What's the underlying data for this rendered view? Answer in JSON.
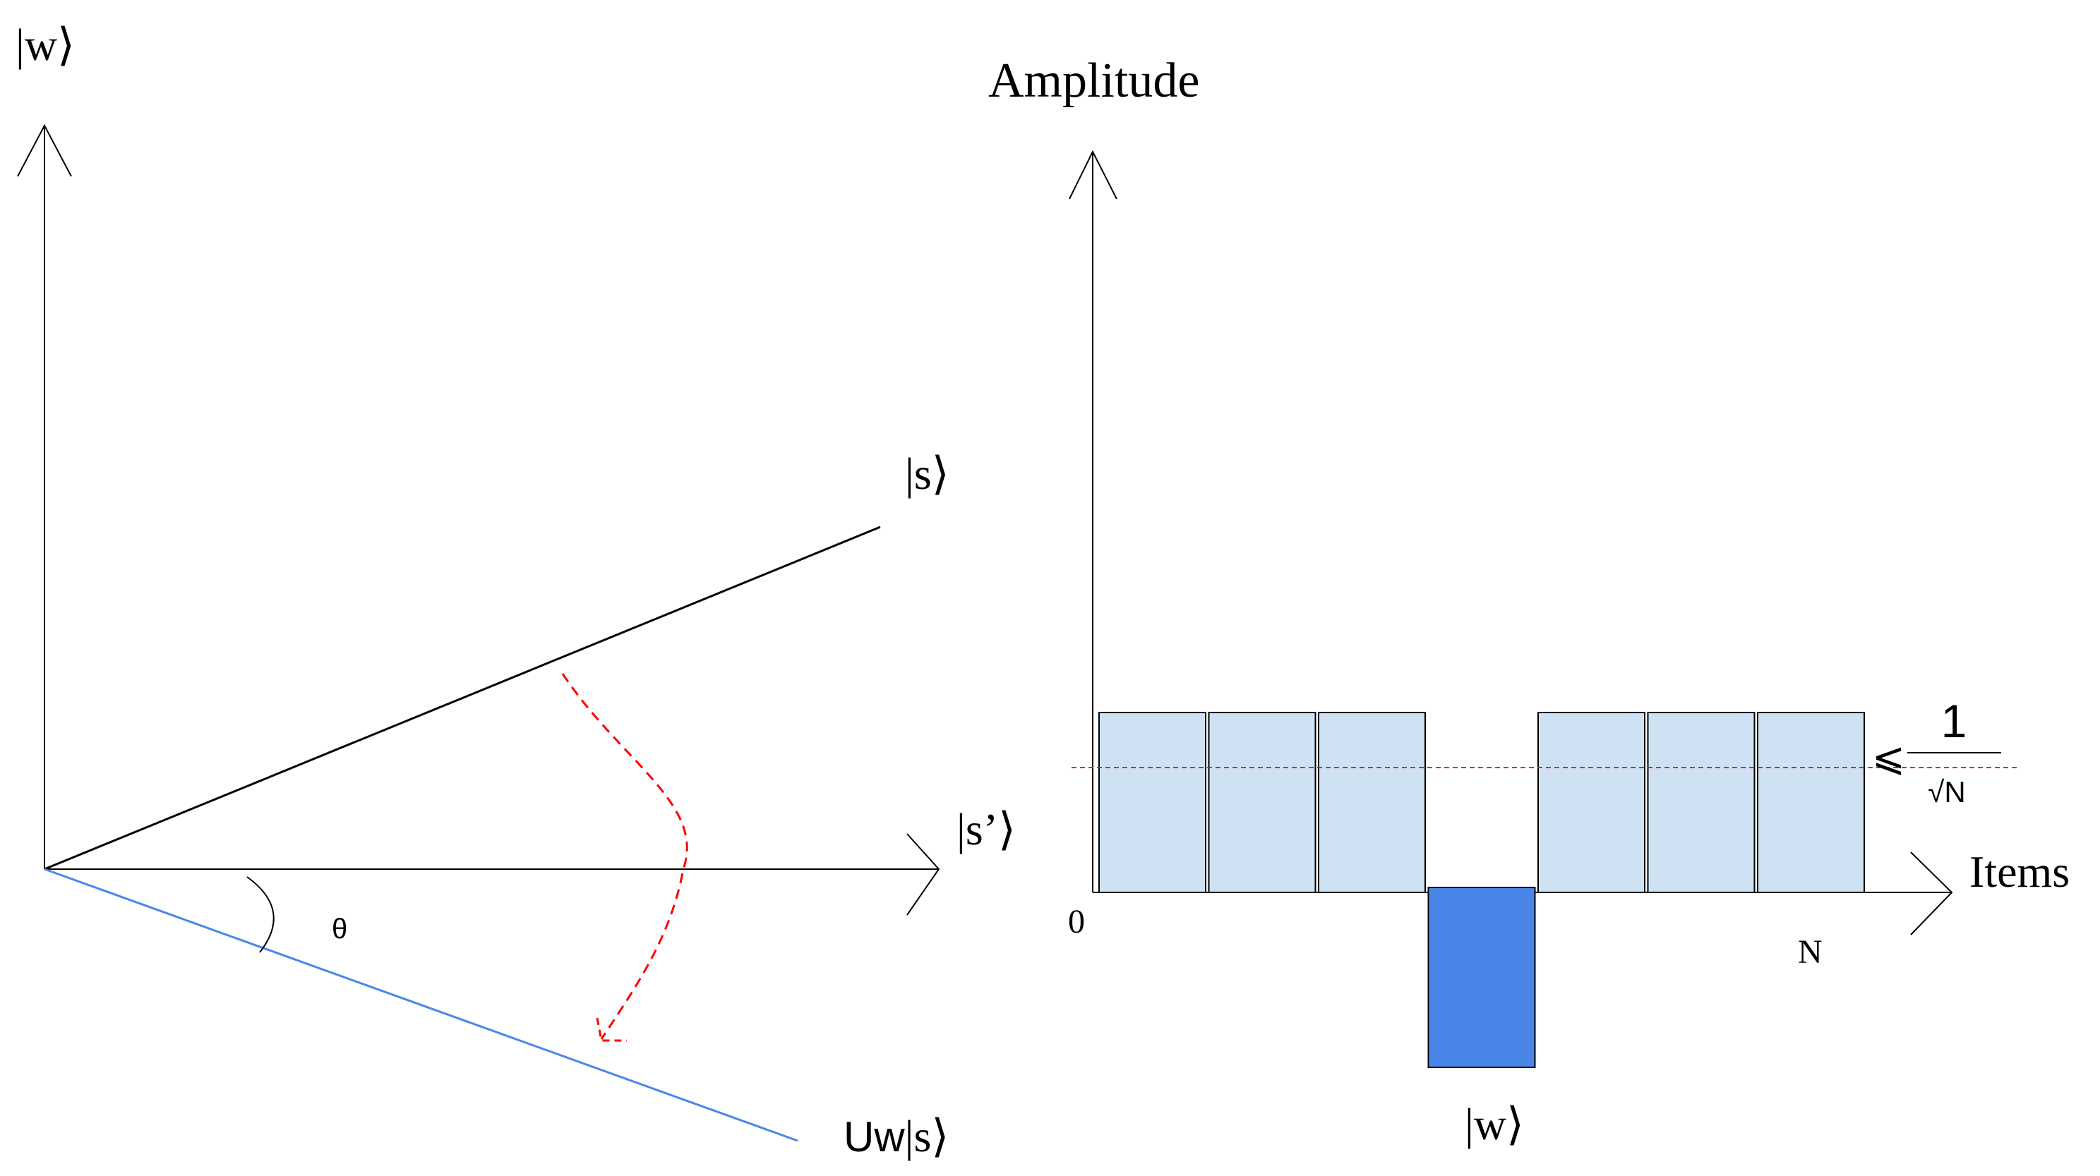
{
  "left_diagram": {
    "axis_vertical_label": "|w⟩",
    "vector_s_label": "|s⟩",
    "axis_horizontal_label": "|s’⟩",
    "angle_label": "θ",
    "reflected_prefix": "Uw",
    "reflected_ket": "|s⟩",
    "colors": {
      "axis": "#000000",
      "vector_s": "#000000",
      "reflected": "#4a86e8",
      "arrow": "#ff0000"
    }
  },
  "right_diagram": {
    "y_axis_label": "Amplitude",
    "x_axis_label": "Items",
    "origin_label": "0",
    "end_label": "N",
    "marked_item_label": "|w⟩",
    "threshold_symbol": "⩽",
    "threshold_numerator": "1",
    "threshold_denominator": "√N",
    "colors": {
      "bar": "#cfe2f3",
      "marked_bar": "#4a86e8",
      "threshold": "#ff0000"
    },
    "bars": [
      {
        "item": 1,
        "amplitude": 1
      },
      {
        "item": 2,
        "amplitude": 1
      },
      {
        "item": 3,
        "amplitude": 1
      },
      {
        "item": 4,
        "amplitude": -1,
        "marked": true
      },
      {
        "item": 5,
        "amplitude": 1
      },
      {
        "item": 6,
        "amplitude": 1
      },
      {
        "item": 7,
        "amplitude": 1
      }
    ]
  }
}
